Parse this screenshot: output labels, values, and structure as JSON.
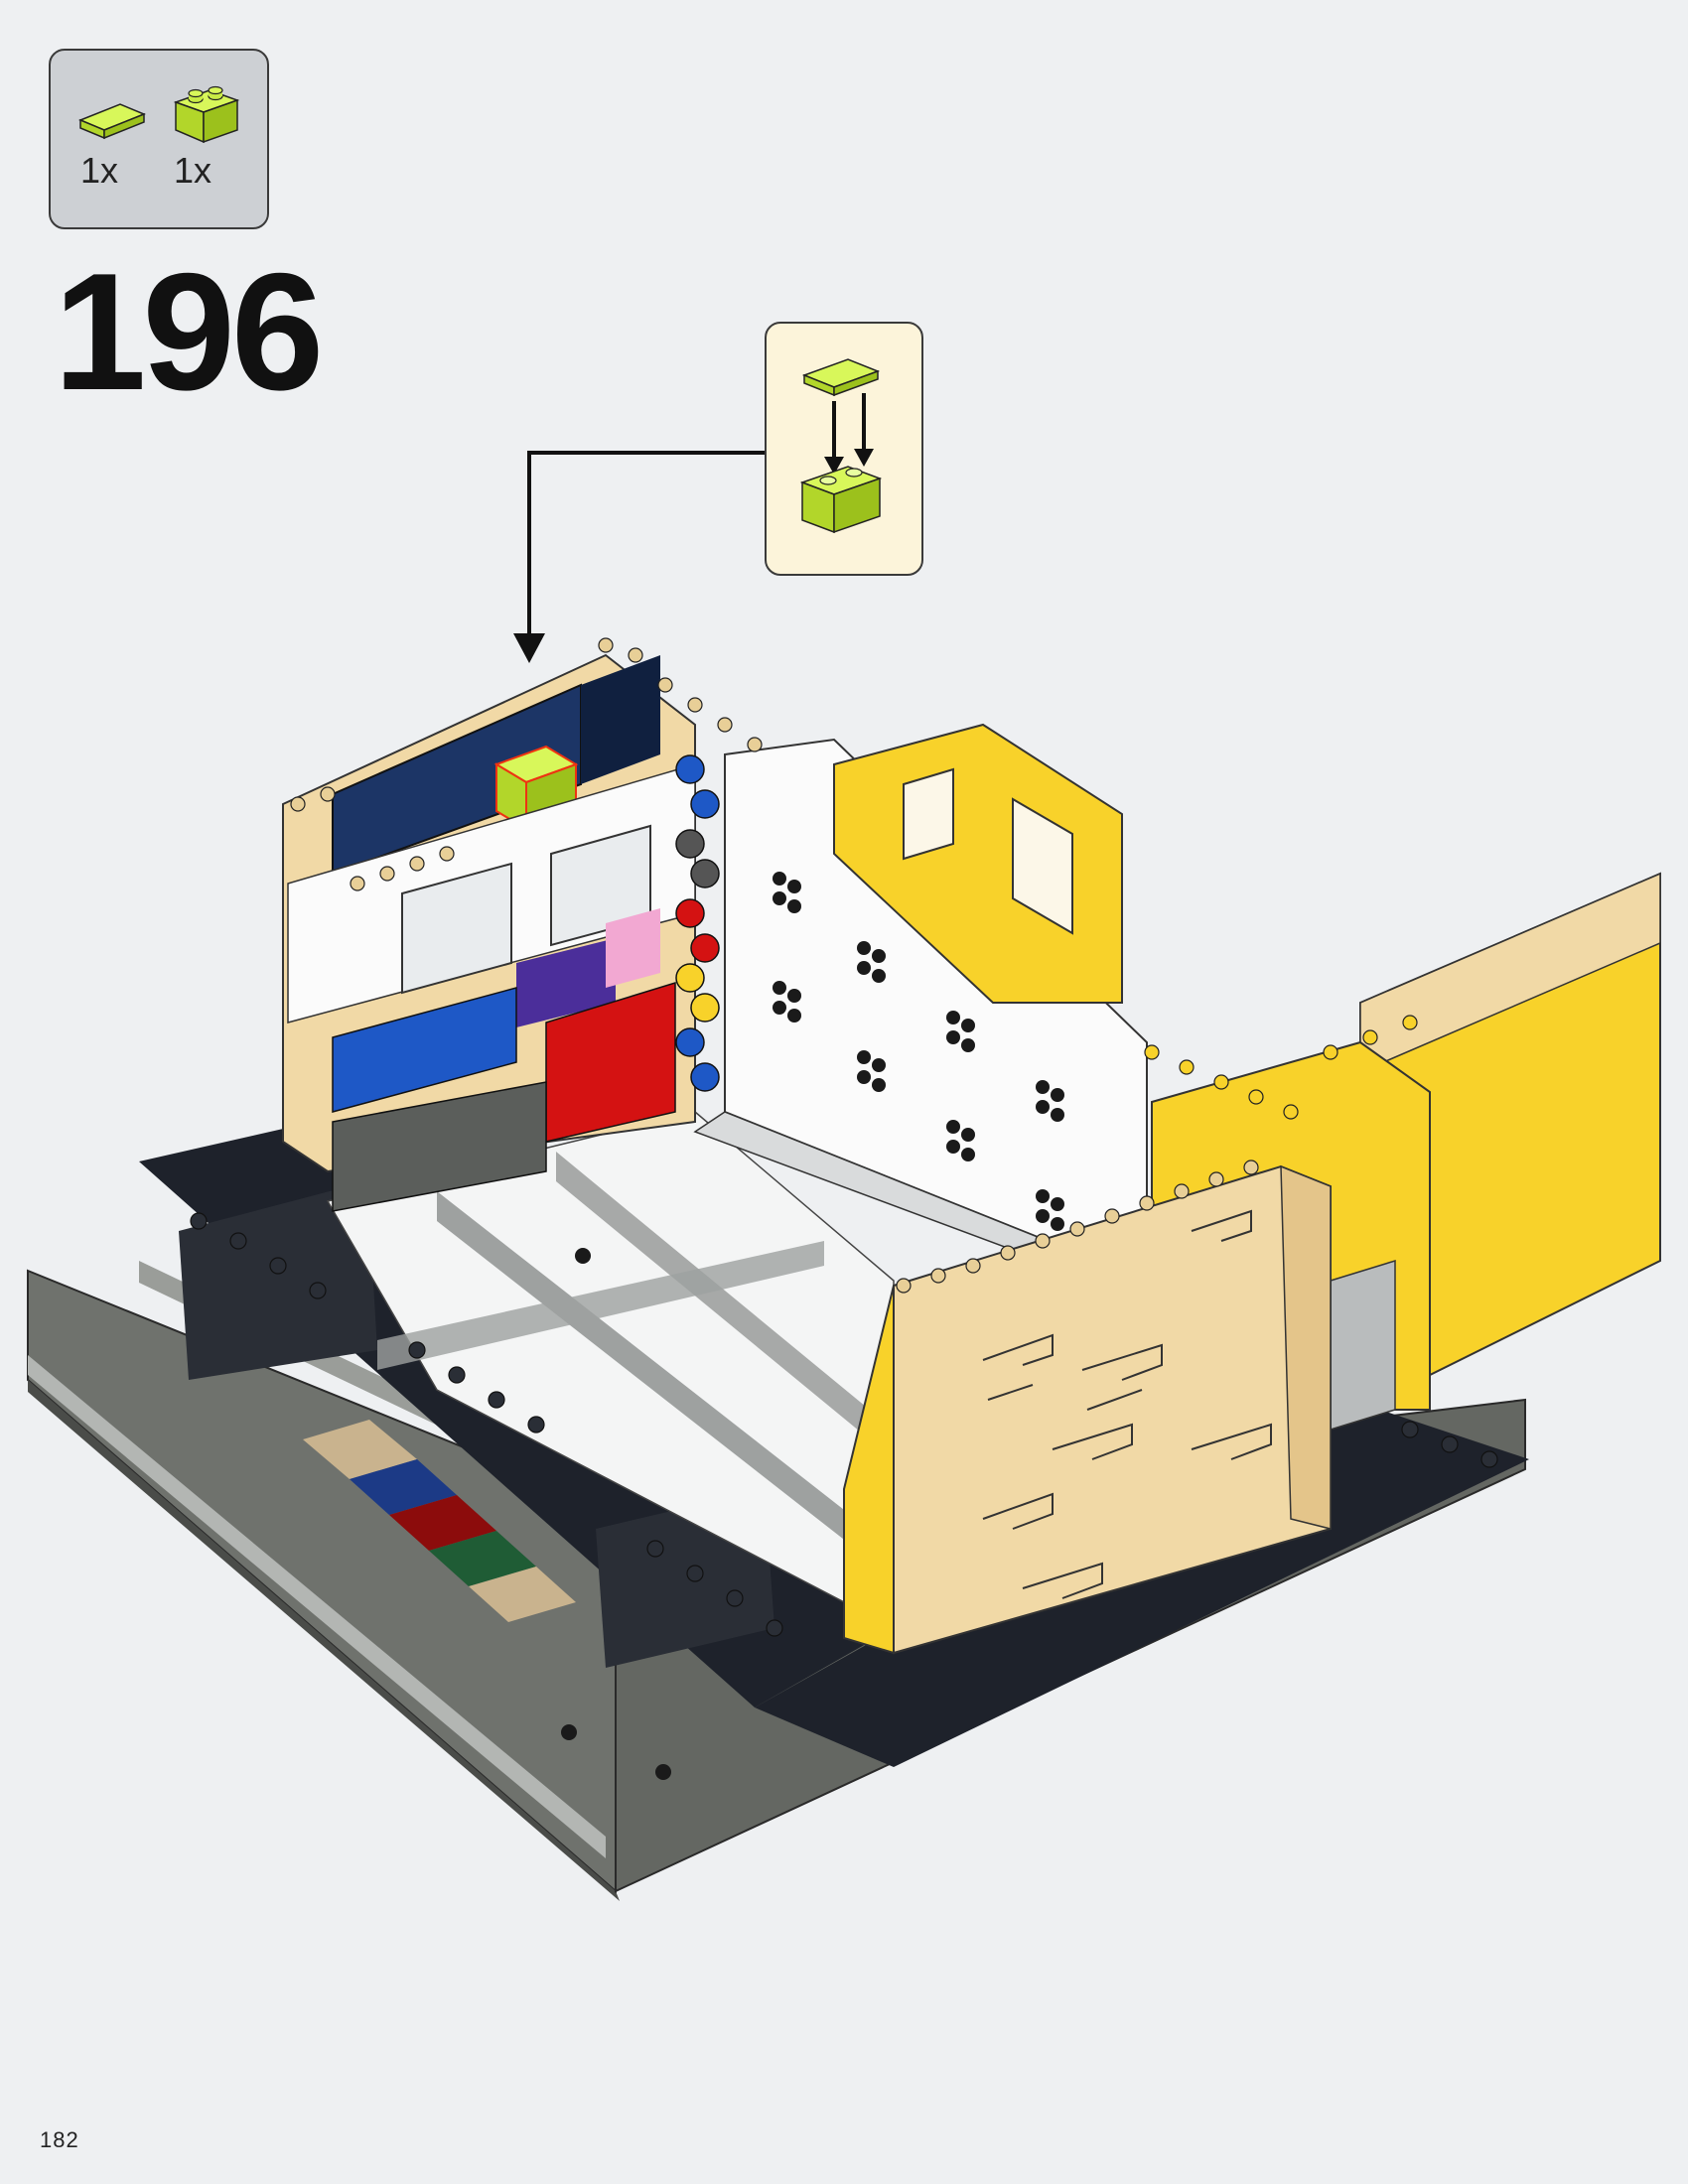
{
  "step": {
    "number": "196"
  },
  "parts_list": [
    {
      "name": "lime-green-plate-1x2",
      "quantity": "1x",
      "color": "#c9f23a"
    },
    {
      "name": "lime-green-brick-1x2",
      "quantity": "1x",
      "color": "#c9f23a"
    }
  ],
  "page": {
    "number": "182"
  },
  "colors": {
    "background": "#eef0f2",
    "parts_box": "#cdd0d4",
    "callout_box": "#fcf4da",
    "lime": "#c9f23a",
    "tan": "#f1d9a6",
    "yellow": "#f8d22a",
    "navy": "#1c3566",
    "dark_gray": "#6a6d69",
    "black": "#1c1f26",
    "white": "#ffffff"
  }
}
